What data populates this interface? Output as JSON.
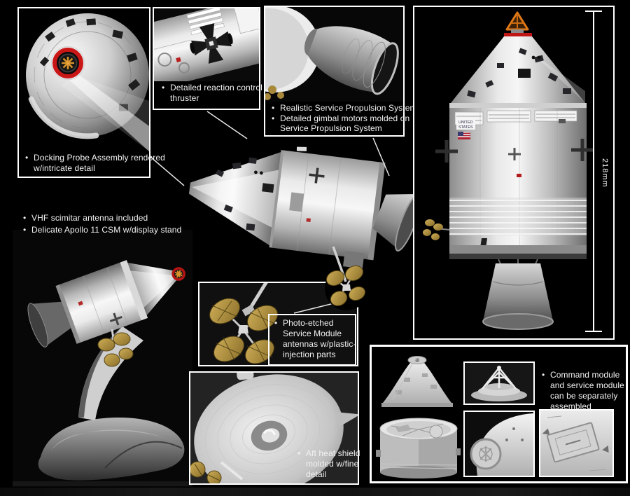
{
  "colors": {
    "background": "#000000",
    "panel_border": "#ffffff",
    "caption_text": "#f2f2f2",
    "docking_ring_red": "#c41818",
    "probe_gold": "#d8922c",
    "escape_tower_orange": "#e07818",
    "antenna_gold": "#b3973f"
  },
  "panels": {
    "docking_probe": {
      "caption_lines": [
        "Docking Probe Assembly rendered",
        "w/intricate detail"
      ]
    },
    "rcs_thruster": {
      "caption_lines": [
        "Detailed reaction control",
        "thruster"
      ]
    },
    "sps": {
      "bullets": [
        {
          "lines": [
            "Realistic Service Propulsion System"
          ]
        },
        {
          "lines": [
            "Detailed gimbal motors molded on",
            "Service Propulsion System"
          ]
        }
      ]
    },
    "full_model": {
      "dimension_label": "218mm",
      "marking_line1": "UNITED",
      "marking_line2": "STATES"
    },
    "photo_etched": {
      "caption_lines": [
        "Photo-etched",
        "Service Module",
        "antennas w/plastic-",
        "injection parts"
      ]
    },
    "aft_heat_shield": {
      "caption_lines": [
        "Aft heat shield",
        "molded w/fine",
        "detail"
      ]
    },
    "separable_modules": {
      "caption_lines": [
        "Command module",
        "and service module",
        "can be separately",
        "assembled"
      ]
    }
  },
  "freestanding": {
    "display_stand_bullets": [
      {
        "lines": [
          "VHF scimitar antenna included"
        ]
      },
      {
        "lines": [
          "Delicate Apollo 11 CSM w/display stand"
        ]
      }
    ]
  }
}
